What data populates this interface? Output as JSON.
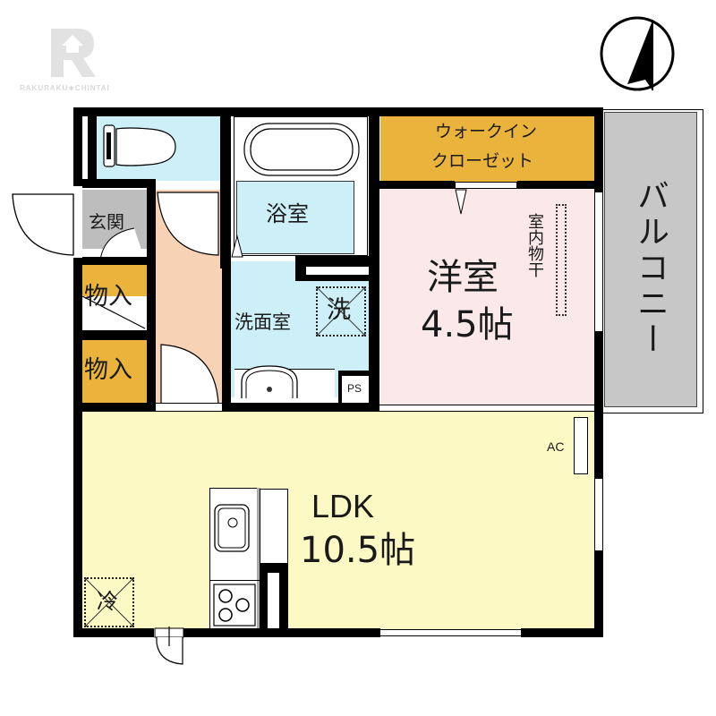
{
  "watermark": {
    "logo_letter": "R",
    "text": "RAKURAKU∗CHINTAI",
    "color": "#d8d8d8"
  },
  "compass": {
    "icon": "north-arrow-icon"
  },
  "colors": {
    "wall": "#000000",
    "toilet_bg": "#cdeff8",
    "bath_bg": "#cdeff8",
    "washroom_bg": "#cdeff8",
    "closet_bg": "#eab33c",
    "storage_bg": "#eab33c",
    "entrance_bg": "#bdbdbd",
    "hallway_bg": "#f7d2b4",
    "western_room_bg": "#fbe9ea",
    "ldk_bg": "#fcf9c4",
    "balcony_bg": "#c7c7c7"
  },
  "rooms": {
    "entrance": {
      "label": "玄関"
    },
    "storage_1": {
      "label": "物入"
    },
    "storage_2": {
      "label": "物入"
    },
    "bathroom": {
      "label": "浴室"
    },
    "washroom": {
      "label": "洗面室",
      "washer_label": "洗",
      "ps_label": "PS"
    },
    "walk_in_closet": {
      "line1": "ウォークイン",
      "line2": "クローゼット"
    },
    "western_room": {
      "name": "洋室",
      "size": "4.5帖",
      "drying_label": "室内物干"
    },
    "balcony": {
      "label": "バルコニー"
    },
    "ldk": {
      "name": "LDK",
      "size": "10.5帖",
      "ac_label": "AC",
      "fridge_label": "冷"
    }
  }
}
